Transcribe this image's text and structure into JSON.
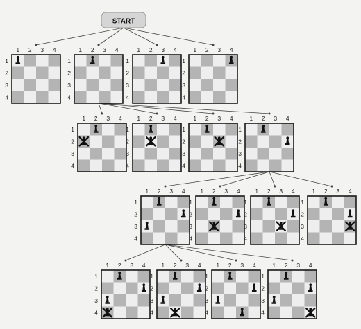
{
  "start_label": "START",
  "col_labels": [
    "1",
    "2",
    "3",
    "4"
  ],
  "row_labels": [
    "1",
    "2",
    "3",
    "4"
  ],
  "colors": {
    "light_square": "#eeeeee",
    "dark_square": "#b4b4b4",
    "border": "#1a1a1a",
    "line": "#444444",
    "start_fill": "#d5d5d5",
    "piece": "#111111"
  },
  "pieces": {
    "pawn": "pawn-icon",
    "captured": "captured-pawn-icon"
  },
  "boards": [
    {
      "id": "l1-a",
      "level": 1,
      "parent": "start",
      "pawns": [
        [
          1,
          1
        ]
      ],
      "captured": []
    },
    {
      "id": "l1-b",
      "level": 1,
      "parent": "start",
      "pawns": [
        [
          1,
          2
        ]
      ],
      "captured": []
    },
    {
      "id": "l1-c",
      "level": 1,
      "parent": "start",
      "pawns": [
        [
          1,
          3
        ]
      ],
      "captured": []
    },
    {
      "id": "l1-d",
      "level": 1,
      "parent": "start",
      "pawns": [
        [
          1,
          4
        ]
      ],
      "captured": []
    },
    {
      "id": "l2-a",
      "level": 2,
      "parent": "l1-b",
      "pawns": [
        [
          1,
          2
        ]
      ],
      "captured": [
        [
          2,
          1
        ]
      ]
    },
    {
      "id": "l2-b",
      "level": 2,
      "parent": "l1-b",
      "pawns": [
        [
          1,
          2
        ]
      ],
      "captured": [
        [
          2,
          2
        ]
      ]
    },
    {
      "id": "l2-c",
      "level": 2,
      "parent": "l1-b",
      "pawns": [
        [
          1,
          2
        ]
      ],
      "captured": [
        [
          2,
          3
        ]
      ]
    },
    {
      "id": "l2-d",
      "level": 2,
      "parent": "l1-b",
      "pawns": [
        [
          1,
          2
        ],
        [
          2,
          4
        ]
      ],
      "captured": []
    },
    {
      "id": "l3-a",
      "level": 3,
      "parent": "l2-d",
      "pawns": [
        [
          1,
          2
        ],
        [
          2,
          4
        ],
        [
          3,
          1
        ]
      ],
      "captured": []
    },
    {
      "id": "l3-b",
      "level": 3,
      "parent": "l2-d",
      "pawns": [
        [
          1,
          2
        ],
        [
          2,
          4
        ]
      ],
      "captured": [
        [
          3,
          2
        ]
      ]
    },
    {
      "id": "l3-c",
      "level": 3,
      "parent": "l2-d",
      "pawns": [
        [
          1,
          2
        ],
        [
          2,
          4
        ]
      ],
      "captured": [
        [
          3,
          3
        ]
      ]
    },
    {
      "id": "l3-d",
      "level": 3,
      "parent": "l2-d",
      "pawns": [
        [
          1,
          2
        ],
        [
          2,
          4
        ]
      ],
      "captured": [
        [
          3,
          4
        ]
      ]
    },
    {
      "id": "l4-a",
      "level": 4,
      "parent": "l3-a",
      "pawns": [
        [
          1,
          2
        ],
        [
          2,
          4
        ],
        [
          3,
          1
        ]
      ],
      "captured": [
        [
          4,
          1
        ]
      ]
    },
    {
      "id": "l4-b",
      "level": 4,
      "parent": "l3-a",
      "pawns": [
        [
          1,
          2
        ],
        [
          2,
          4
        ],
        [
          3,
          1
        ]
      ],
      "captured": [
        [
          4,
          2
        ]
      ]
    },
    {
      "id": "l4-c",
      "level": 4,
      "parent": "l3-a",
      "pawns": [
        [
          1,
          2
        ],
        [
          2,
          4
        ],
        [
          3,
          1
        ],
        [
          4,
          3
        ]
      ],
      "captured": []
    },
    {
      "id": "l4-d",
      "level": 4,
      "parent": "l3-a",
      "pawns": [
        [
          1,
          2
        ],
        [
          2,
          4
        ],
        [
          3,
          1
        ]
      ],
      "captured": [
        [
          4,
          4
        ]
      ]
    }
  ]
}
